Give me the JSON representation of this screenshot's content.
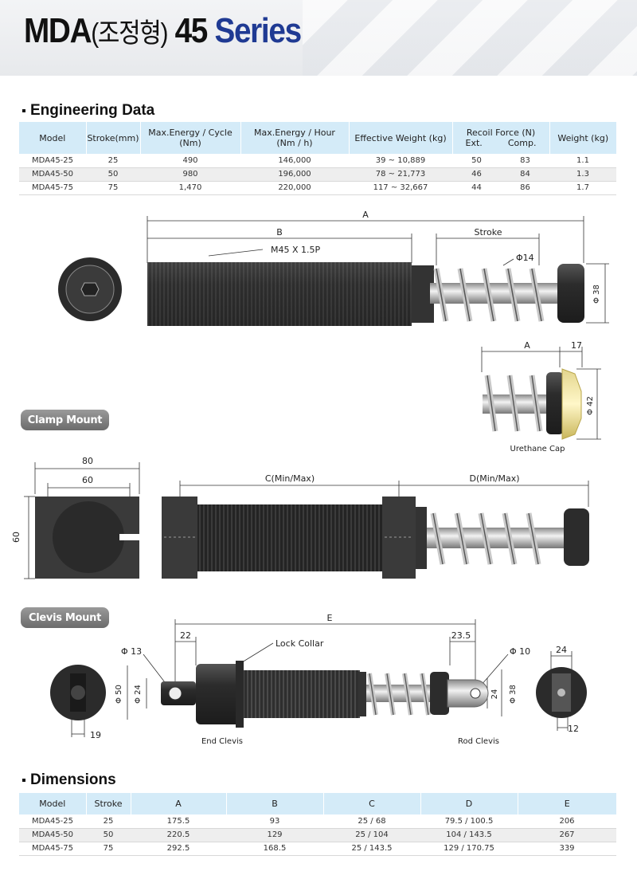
{
  "header": {
    "title_model": "MDA",
    "title_type": "(조정형)",
    "title_size": "45",
    "title_series": "Series"
  },
  "engineering": {
    "title": "Engineering Data",
    "headers": {
      "model": "Model",
      "stroke": "Stroke(mm)",
      "max_energy_cycle": "Max.Energy / Cycle (Nm)",
      "max_energy_hour": "Max.Energy / Hour",
      "max_energy_hour_unit": "(Nm / h)",
      "effective_weight": "Effective Weight (kg)",
      "recoil_force": "Recoil Force (N)",
      "recoil_ext": "Ext.",
      "recoil_comp": "Comp.",
      "weight": "Weight (kg)"
    },
    "rows": [
      [
        "MDA45-25",
        "25",
        "490",
        "146,000",
        "39 ~ 10,889",
        "50",
        "83",
        "1.1"
      ],
      [
        "MDA45-50",
        "50",
        "980",
        "196,000",
        "78 ~ 21,773",
        "46",
        "84",
        "1.3"
      ],
      [
        "MDA45-75",
        "75",
        "1,470",
        "220,000",
        "117 ~ 32,667",
        "44",
        "86",
        "1.7"
      ]
    ]
  },
  "diagram_main": {
    "dim_a": "A",
    "dim_b": "B",
    "thread": "M45 X 1.5P",
    "stroke": "Stroke",
    "phi14": "Φ14",
    "phi38": "Φ 38"
  },
  "urethane": {
    "dim_a": "A",
    "dim_17": "17",
    "phi42": "Φ 42",
    "label": "Urethane Cap"
  },
  "clamp": {
    "label": "Clamp Mount",
    "dim_80": "80",
    "dim_60w": "60",
    "dim_60h": "60",
    "dim_c": "C(Min/Max)",
    "dim_d": "D(Min/Max)"
  },
  "clevis": {
    "label": "Clevis Mount",
    "dim_e": "E",
    "dim_22": "22",
    "dim_235": "23.5",
    "phi13": "Φ 13",
    "phi10": "Φ 10",
    "lock_collar": "Lock Collar",
    "phi50": "Φ 50",
    "phi24": "Φ 24",
    "dim_24": "24",
    "phi38": "Φ 38",
    "dim_19": "19",
    "dim_24_top": "24",
    "dim_12": "12",
    "end_clevis": "End Clevis",
    "rod_clevis": "Rod Clevis"
  },
  "dimensions": {
    "title": "Dimensions",
    "headers": [
      "Model",
      "Stroke",
      "A",
      "B",
      "C",
      "D",
      "E"
    ],
    "rows": [
      [
        "MDA45-25",
        "25",
        "175.5",
        "93",
        "25 / 68",
        "79.5 / 100.5",
        "206"
      ],
      [
        "MDA45-50",
        "50",
        "220.5",
        "129",
        "25 / 104",
        "104 / 143.5",
        "267"
      ],
      [
        "MDA45-75",
        "75",
        "292.5",
        "168.5",
        "25 / 143.5",
        "129 / 170.75",
        "339"
      ]
    ]
  },
  "colors": {
    "accent_blue": "#1f3a93",
    "table_header": "#d4ebf8",
    "body_dark": "#3a3a3a"
  }
}
